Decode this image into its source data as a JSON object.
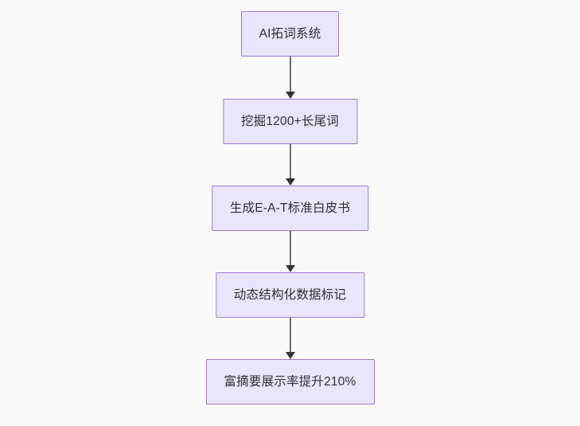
{
  "diagram": {
    "type": "flowchart",
    "direction": "top-to-bottom",
    "background_color": "#fafafa",
    "node_fill_color": "#e9e6fc",
    "node_border_color": "#9d7ad6",
    "node_text_color": "#2f2f33",
    "edge_line_color": "#6e6e6e",
    "edge_arrow_color": "#333338",
    "nodes": [
      {
        "id": "n0",
        "label": "AI拓词系统"
      },
      {
        "id": "n1",
        "label": "挖掘1200+长尾词"
      },
      {
        "id": "n2",
        "label": "生成E-A-T标准白皮书"
      },
      {
        "id": "n3",
        "label": "动态结构化数据标记"
      },
      {
        "id": "n4",
        "label": "富摘要展示率提升210%"
      }
    ],
    "edges": [
      {
        "from": "n0",
        "to": "n1",
        "label": ""
      },
      {
        "from": "n1",
        "to": "n2",
        "label": ""
      },
      {
        "from": "n2",
        "to": "n3",
        "label": ""
      },
      {
        "from": "n3",
        "to": "n4",
        "label": ""
      }
    ]
  }
}
